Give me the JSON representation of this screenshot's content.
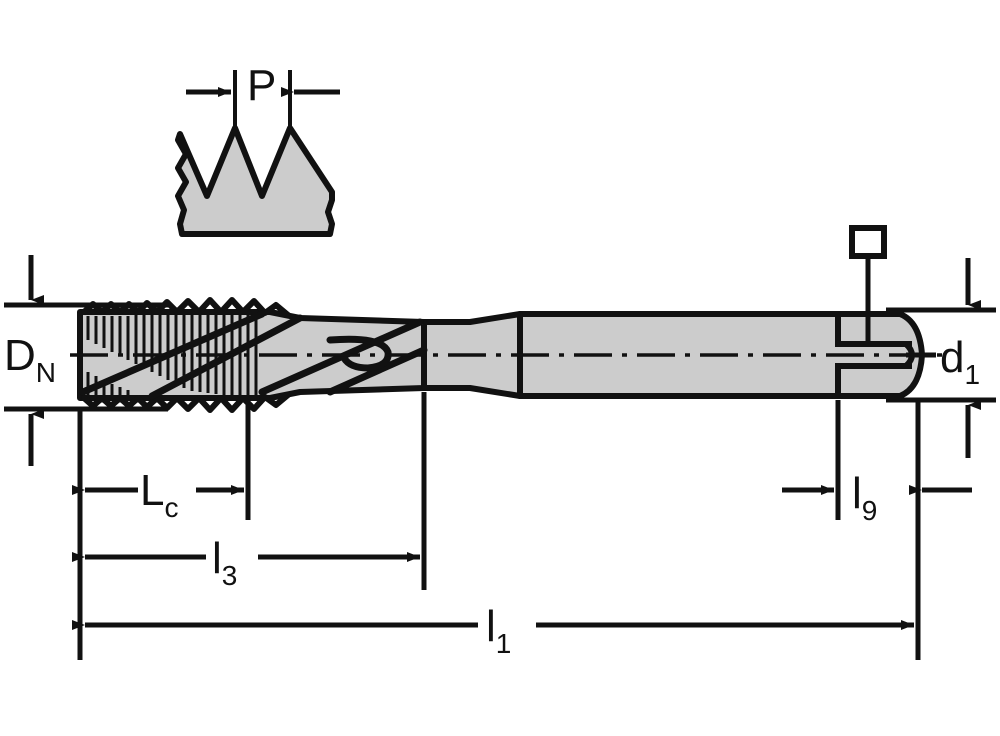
{
  "drawing": {
    "title": "Machine tap dimensional drawing",
    "type": "engineering-technical-drawing",
    "background_color": "#ffffff",
    "line_color": "#111111",
    "body_fill_color": "#cccccc",
    "body_outline_color": "#111111"
  },
  "labels": {
    "pitch": {
      "base": "P",
      "sub": ""
    },
    "nominal_diameter": {
      "base": "D",
      "sub": "N"
    },
    "chamfer_length": {
      "base": "L",
      "sub": "c"
    },
    "thread_length": {
      "base": "l",
      "sub": "3"
    },
    "overall_length": {
      "base": "l",
      "sub": "1"
    },
    "square_length": {
      "base": "l",
      "sub": "9"
    },
    "shank_diameter": {
      "base": "d",
      "sub": "1"
    }
  },
  "symbols": {
    "square_drive": "square-outline",
    "centerline": "dash-dot"
  },
  "dimensions_shown": [
    "P",
    "DN",
    "Lc",
    "l3",
    "l1",
    "l9",
    "d1"
  ],
  "detail_view": {
    "name": "thread-profile-detail",
    "description": "Thread profile cross-section showing pitch P between adjacent thread crests"
  }
}
